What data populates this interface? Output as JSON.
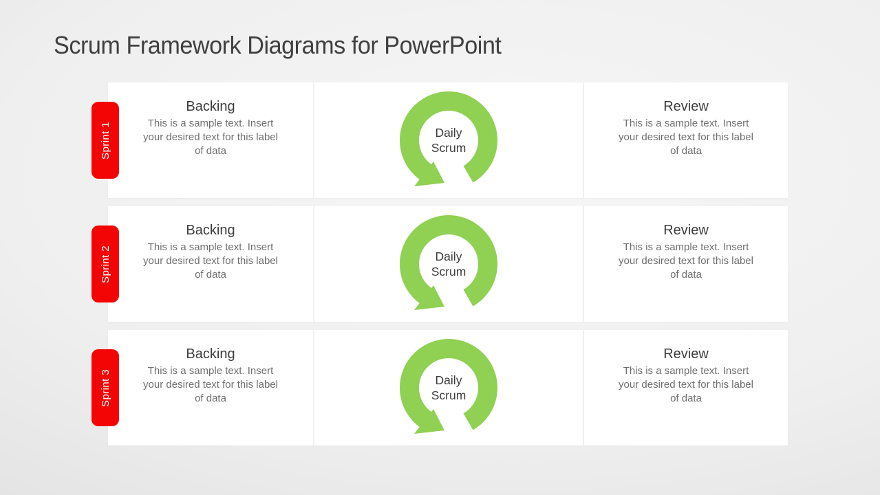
{
  "page": {
    "title": "Scrum Framework Diagrams for PowerPoint"
  },
  "colors": {
    "sprint_tab_red": "#f30505",
    "loop_arrow_green": "#90d052",
    "heading_text": "#3d3d3d",
    "body_text": "#6e6e6e",
    "card_background": "#ffffff"
  },
  "diagram": {
    "rows": [
      {
        "sprint_label": "Sprint 1",
        "backing": {
          "heading": "Backing",
          "body_lines": [
            "This is a sample text. Insert",
            "your desired text for this label",
            "of data"
          ]
        },
        "daily_scrum": {
          "label_line1": "Daily",
          "label_line2": "Scrum"
        },
        "review": {
          "heading": "Review",
          "body_lines": [
            "This is a sample text. Insert",
            "your desired text for this label",
            "of data"
          ]
        }
      },
      {
        "sprint_label": "Sprint 2",
        "backing": {
          "heading": "Backing",
          "body_lines": [
            "This is a sample text. Insert",
            "your desired text for this label",
            "of data"
          ]
        },
        "daily_scrum": {
          "label_line1": "Daily",
          "label_line2": "Scrum"
        },
        "review": {
          "heading": "Review",
          "body_lines": [
            "This is a sample text. Insert",
            "your desired text for this label",
            "of data"
          ]
        }
      },
      {
        "sprint_label": "Sprint 3",
        "backing": {
          "heading": "Backing",
          "body_lines": [
            "This is a sample text. Insert",
            "your desired text for this label",
            "of data"
          ]
        },
        "daily_scrum": {
          "label_line1": "Daily",
          "label_line2": "Scrum"
        },
        "review": {
          "heading": "Review",
          "body_lines": [
            "This is a sample text. Insert",
            "your desired text for this label",
            "of data"
          ]
        }
      }
    ]
  }
}
